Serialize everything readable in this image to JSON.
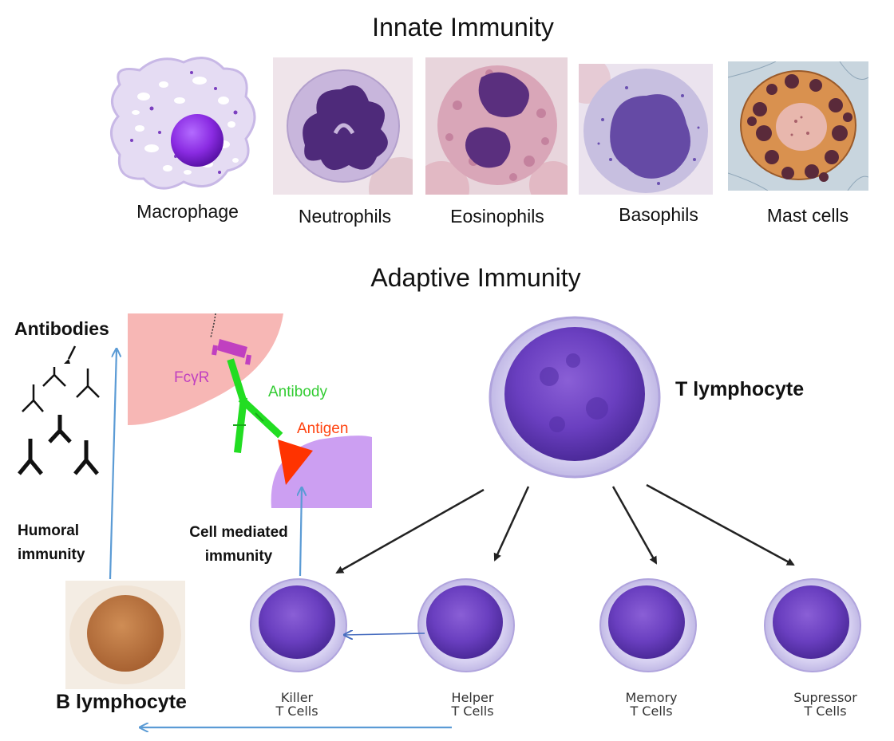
{
  "innate": {
    "title": "Innate Immunity",
    "cells": [
      {
        "label": "Macrophage"
      },
      {
        "label": "Neutrophils"
      },
      {
        "label": "Eosinophils"
      },
      {
        "label": "Basophils"
      },
      {
        "label": "Mast cells"
      }
    ]
  },
  "adaptive": {
    "title": "Adaptive Immunity",
    "antibodies_label": "Antibodies",
    "inset": {
      "receptor_label": "FcγR",
      "antibody_label": "Antibody",
      "antigen_label": "Antigen"
    },
    "humoral_label": [
      "Humoral",
      "immunity"
    ],
    "cell_mediated_label": [
      "Cell mediated",
      "immunity"
    ],
    "t_lymphocyte_label": "T lymphocyte",
    "b_lymphocyte_label": "B lymphocyte",
    "t_subtypes": [
      {
        "line1": "Killer",
        "line2": "T Cells"
      },
      {
        "line1": "Helper",
        "line2": "T Cells"
      },
      {
        "line1": "Memory",
        "line2": "T Cells"
      },
      {
        "line1": "Supressor",
        "line2": "T Cells"
      }
    ]
  },
  "colors": {
    "lymph_nucleus": "#6a3fc0",
    "lymph_cytoplasm": "#c9c2ea",
    "b_cell": "#b8743f",
    "arrow_blue": "#5b9bd5",
    "arrow_dark": "#222222",
    "fc_receptor": "#c040c0",
    "antibody": "#22dd22",
    "antigen": "#ff3300"
  },
  "icons": [
    "macrophage-icon",
    "antibody-icon",
    "arrow-icon"
  ]
}
